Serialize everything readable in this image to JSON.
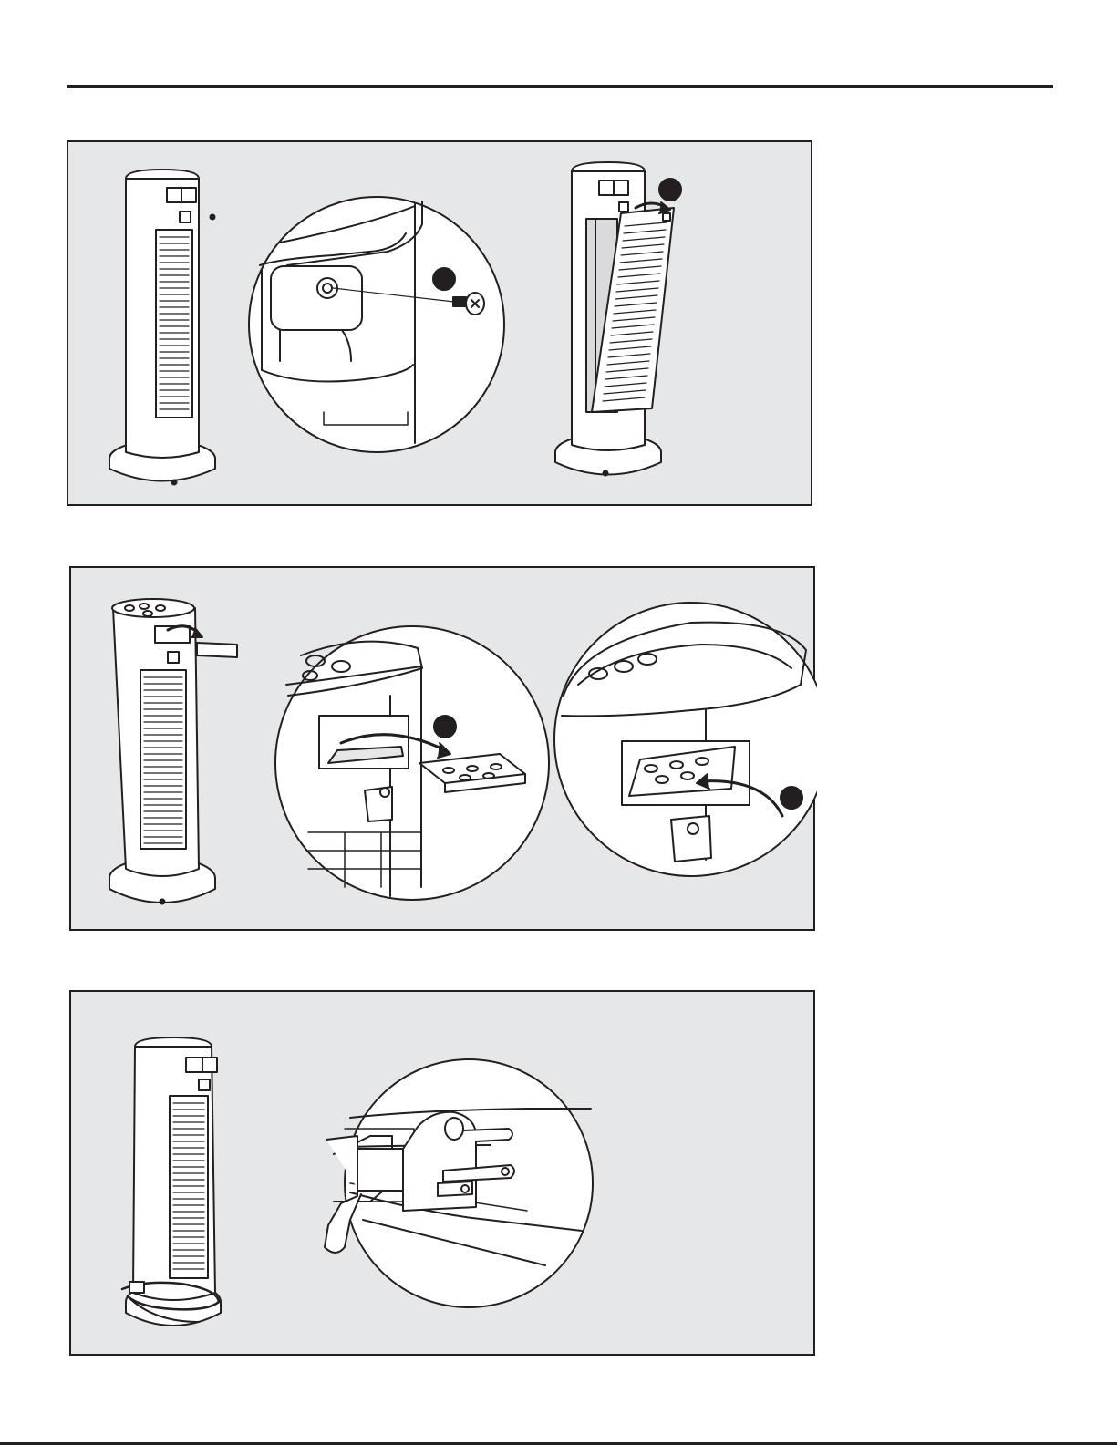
{
  "document": {
    "figures": [
      {
        "id": "panel-1",
        "content": [
          "tower-heater-rear",
          "zoom-screw-removal",
          "tower-heater-panel-open"
        ]
      },
      {
        "id": "panel-2",
        "content": [
          "tower-heater-remote-storage",
          "zoom-remote-insert",
          "zoom-remote-stored"
        ]
      },
      {
        "id": "panel-3",
        "content": [
          "tower-heater-cord-wrap",
          "zoom-plug-clip"
        ]
      }
    ]
  }
}
